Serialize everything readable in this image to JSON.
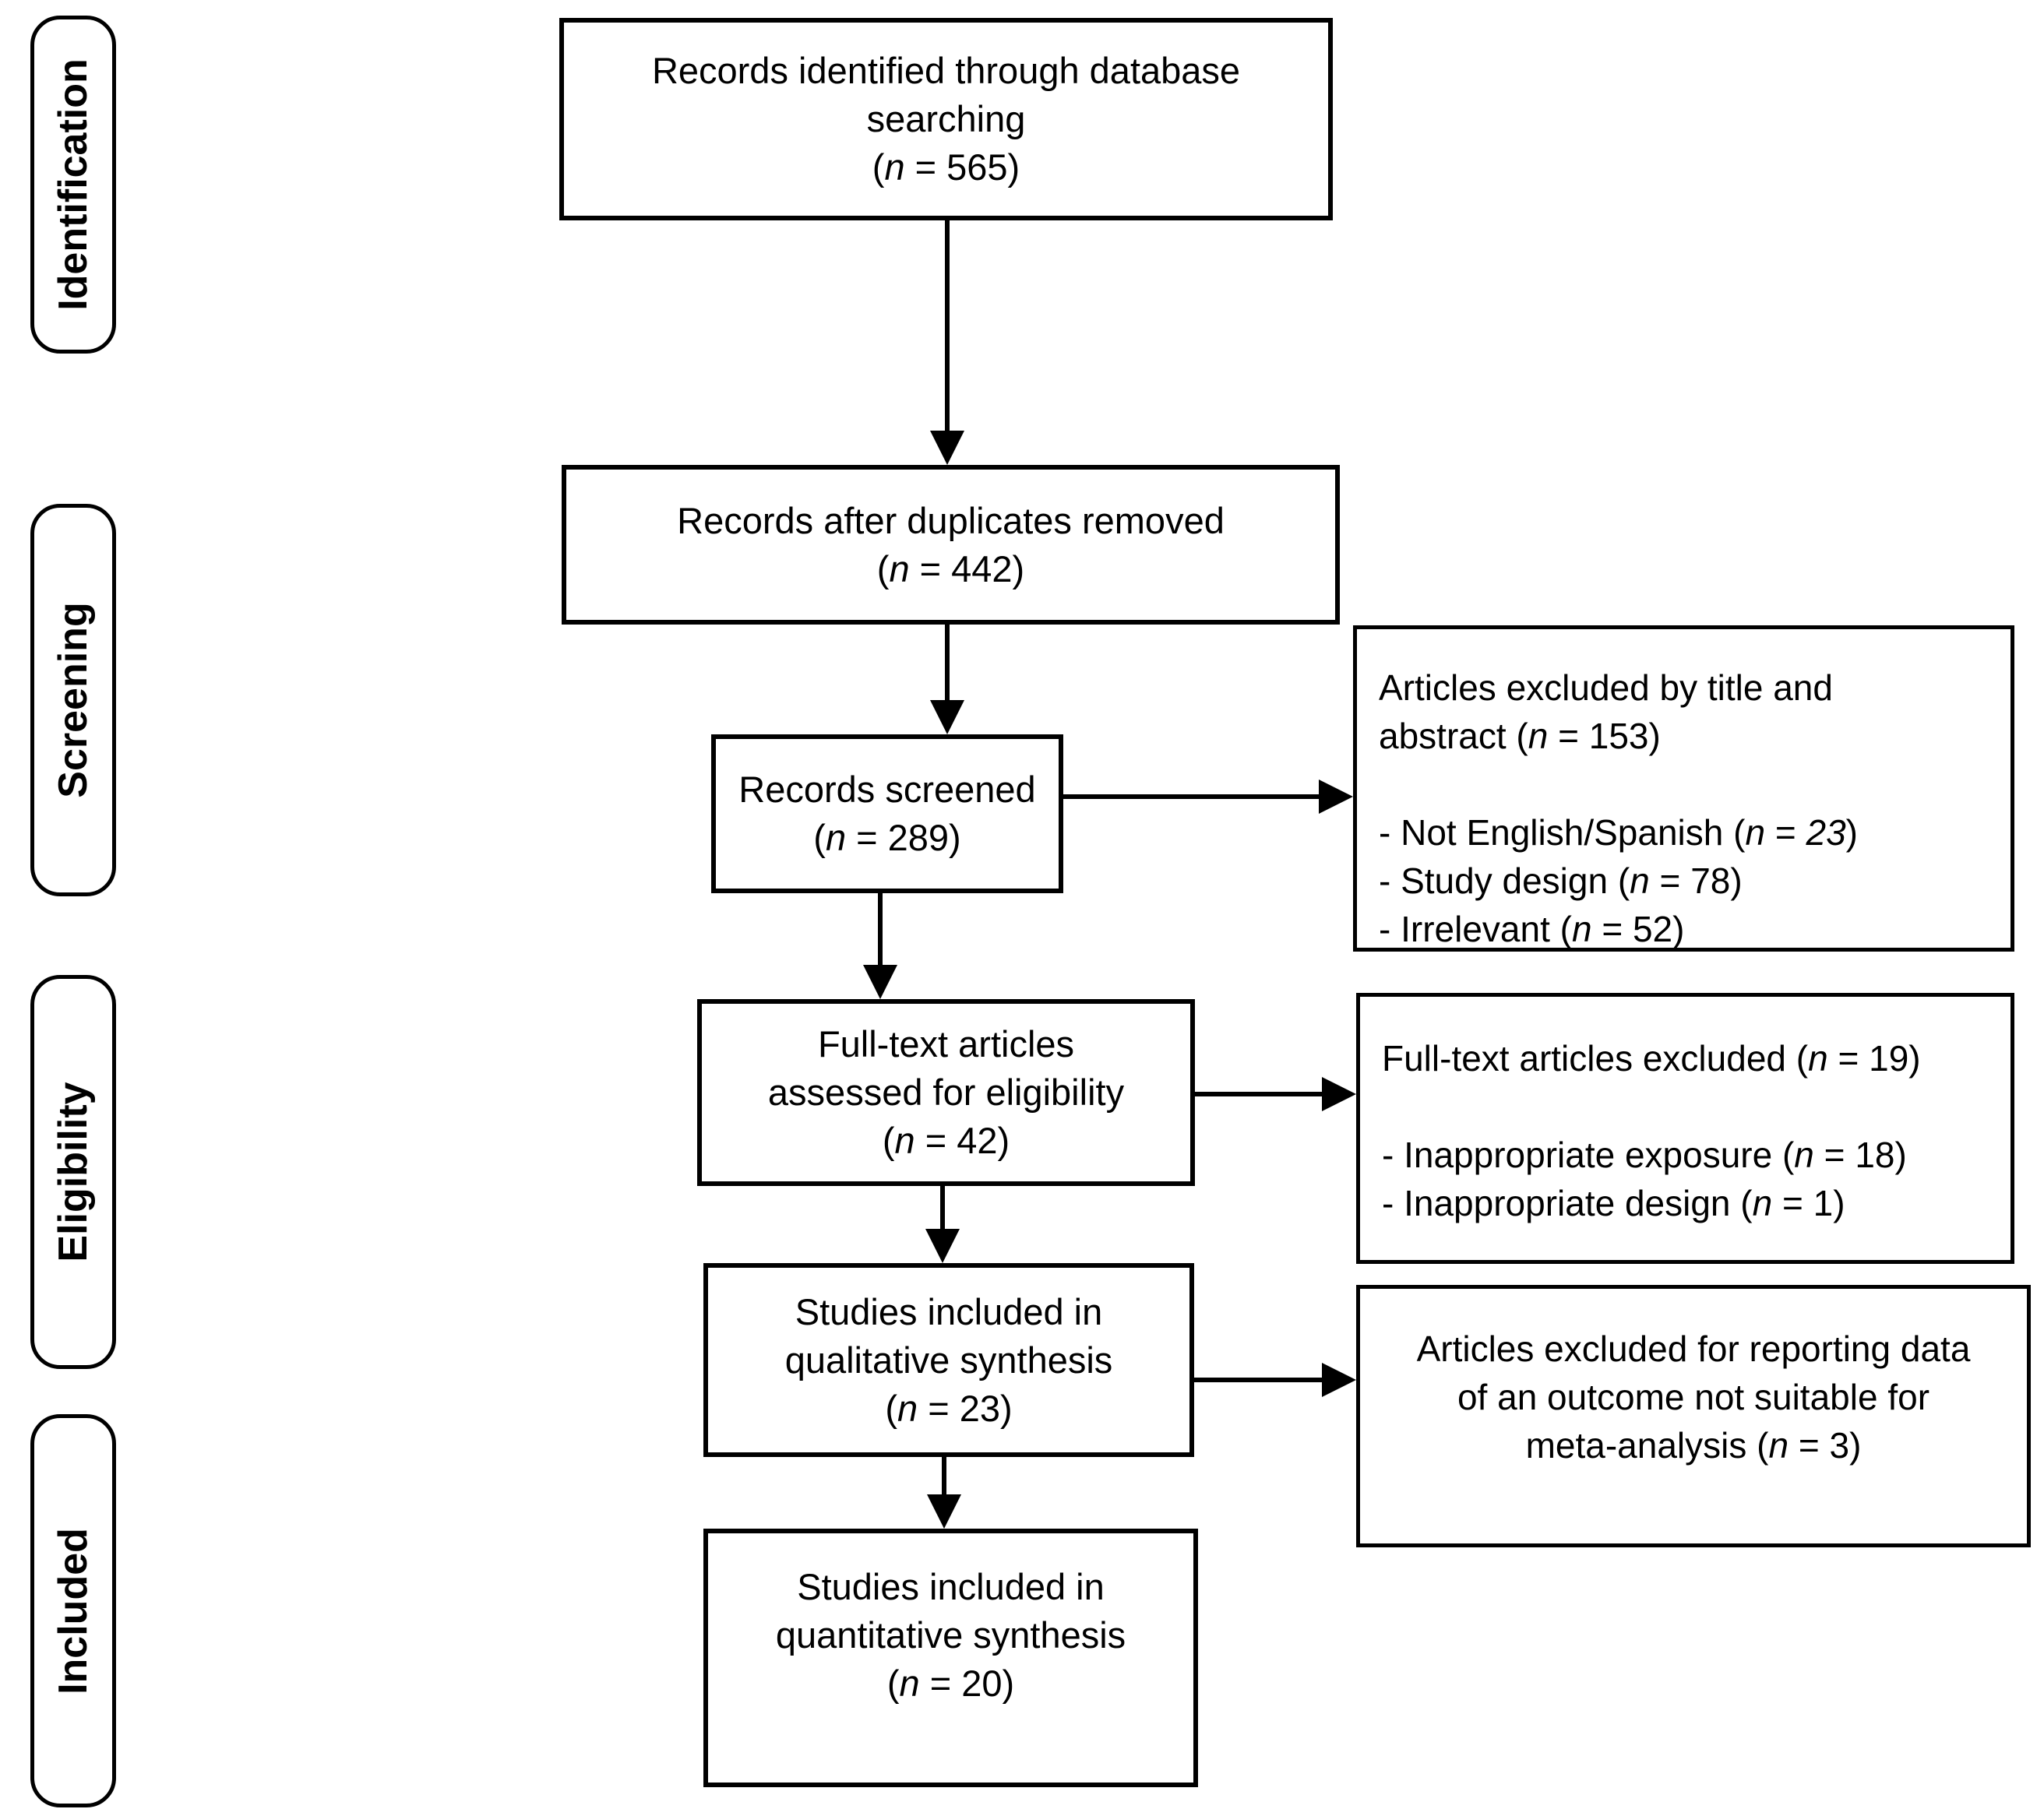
{
  "figure": {
    "background_color": "#ffffff",
    "ink_color": "#000000"
  },
  "stages": [
    {
      "label": "Identification"
    },
    {
      "label": "Screening"
    },
    {
      "label": "Eligibility"
    },
    {
      "label": "Included"
    }
  ],
  "flow_boxes": [
    {
      "name": "records-identified",
      "lines": [
        [
          {
            "t": "Records identified through database"
          }
        ],
        [
          {
            "t": "searching"
          }
        ],
        [
          {
            "t": "("
          },
          {
            "t": "n",
            "i": true
          },
          {
            "t": " = 565)"
          }
        ]
      ]
    },
    {
      "name": "duplicates-removed",
      "lines": [
        [
          {
            "t": "Records after duplicates removed"
          }
        ],
        [
          {
            "t": "("
          },
          {
            "t": "n",
            "i": true
          },
          {
            "t": " = 442)"
          }
        ]
      ]
    },
    {
      "name": "records-screened",
      "lines": [
        [
          {
            "t": "Records screened"
          }
        ],
        [
          {
            "t": "("
          },
          {
            "t": "n",
            "i": true
          },
          {
            "t": " = 289)"
          }
        ]
      ]
    },
    {
      "name": "fulltext-assessed",
      "lines": [
        [
          {
            "t": "Full-text articles"
          }
        ],
        [
          {
            "t": "assessed for eligibility"
          }
        ],
        [
          {
            "t": "("
          },
          {
            "t": "n",
            "i": true
          },
          {
            "t": " = 42)"
          }
        ]
      ]
    },
    {
      "name": "qualitative-synthesis",
      "lines": [
        [
          {
            "t": "Studies included in"
          }
        ],
        [
          {
            "t": "qualitative synthesis"
          }
        ],
        [
          {
            "t": "("
          },
          {
            "t": "n",
            "i": true
          },
          {
            "t": " = 23)"
          }
        ]
      ]
    },
    {
      "name": "quantitative-synthesis",
      "lines": [
        [
          {
            "t": "Studies included in"
          }
        ],
        [
          {
            "t": "quantitative synthesis"
          }
        ],
        [
          {
            "t": "("
          },
          {
            "t": "n",
            "i": true
          },
          {
            "t": " = 20)"
          }
        ]
      ]
    }
  ],
  "side_boxes": [
    {
      "name": "excluded-title-abstract",
      "lines": [
        [
          {
            "t": "Articles excluded by title and"
          }
        ],
        [
          {
            "t": "abstract ("
          },
          {
            "t": "n",
            "i": true
          },
          {
            "t": " = 153)"
          }
        ],
        [],
        [
          {
            "t": "- Not English/Spanish ("
          },
          {
            "t": "n",
            "i": true
          },
          {
            "t": " = "
          },
          {
            "t": "23",
            "i": true
          },
          {
            "t": ")"
          }
        ],
        [
          {
            "t": "- Study design ("
          },
          {
            "t": "n",
            "i": true
          },
          {
            "t": " = 78)"
          }
        ],
        [
          {
            "t": "- Irrelevant ("
          },
          {
            "t": "n",
            "i": true
          },
          {
            "t": " = 52)"
          }
        ]
      ]
    },
    {
      "name": "excluded-fulltext",
      "lines": [
        [
          {
            "t": "Full-text articles excluded ("
          },
          {
            "t": "n",
            "i": true
          },
          {
            "t": " = 19)"
          }
        ],
        [],
        [
          {
            "t": "- Inappropriate exposure ("
          },
          {
            "t": "n",
            "i": true
          },
          {
            "t": " = 18)"
          }
        ],
        [
          {
            "t": "- Inappropriate design ("
          },
          {
            "t": "n",
            "i": true
          },
          {
            "t": " = 1)"
          }
        ]
      ]
    },
    {
      "name": "excluded-meta-analysis",
      "lines": [
        [
          {
            "t": "Articles excluded for reporting data"
          }
        ],
        [
          {
            "t": "of an outcome not suitable for"
          }
        ],
        [
          {
            "t": "meta-analysis ("
          },
          {
            "t": "n",
            "i": true
          },
          {
            "t": " = 3)"
          }
        ]
      ]
    }
  ]
}
